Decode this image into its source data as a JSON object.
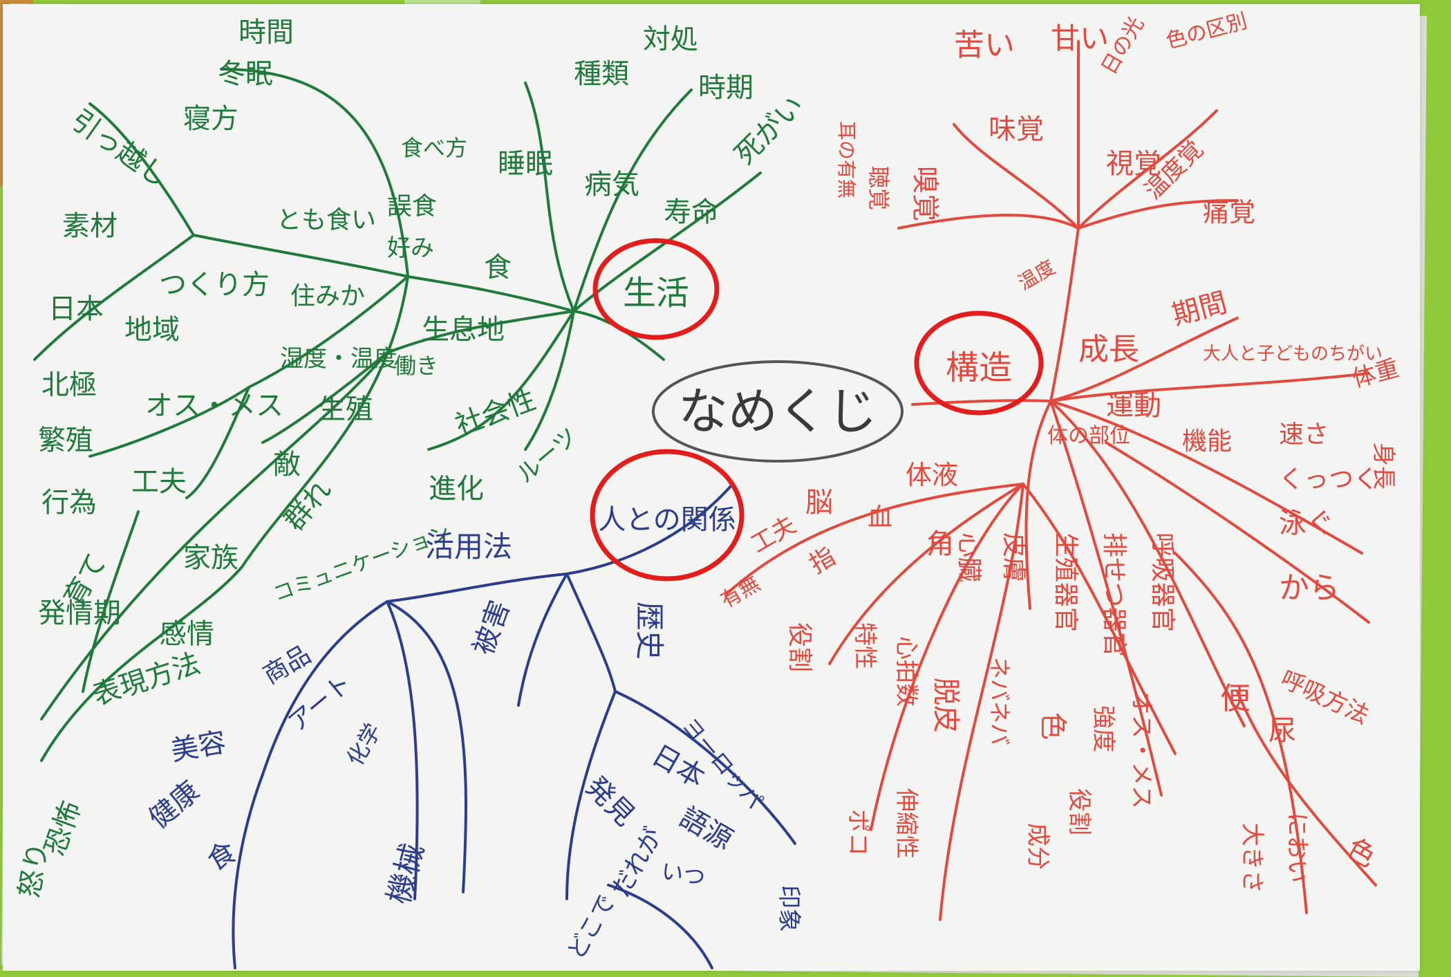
{
  "center": "なめくじ",
  "branches": {
    "life": {
      "label": "生活",
      "color": "#1f7a3c",
      "words": [
        "時間",
        "冬眠",
        "寝方",
        "引っ越し",
        "素材",
        "日本",
        "地域",
        "つくり方",
        "北極",
        "繁殖",
        "行為",
        "発情期",
        "オス・メス",
        "工夫",
        "家族",
        "育て",
        "感情",
        "表現方法",
        "恐怖",
        "怒り",
        "住みか",
        "湿度・温度",
        "生息地",
        "働き",
        "生殖",
        "敵",
        "群れ",
        "コミュニケーション",
        "とも食い",
        "食べ方",
        "誤食",
        "好み",
        "睡眠",
        "食",
        "種類",
        "病気",
        "対処",
        "時期",
        "寿命",
        "死がい",
        "社会性",
        "ルーツ",
        "進化"
      ]
    },
    "structure": {
      "label": "構造",
      "color": "#e2493f",
      "words": [
        "耳の有無",
        "聴覚",
        "嗅覚",
        "苦い",
        "味覚",
        "甘い",
        "日の光",
        "色の区別",
        "視覚",
        "温度覚",
        "痛覚",
        "温度",
        "成長",
        "期間",
        "大人と子どものちがい",
        "体重",
        "身長",
        "運動",
        "機能",
        "速さ",
        "くっつく",
        "泳ぐ",
        "から",
        "体の部位",
        "脳",
        "血",
        "体液",
        "角",
        "心臓",
        "皮膚",
        "生殖器官",
        "排せつ器官",
        "呼吸器官",
        "呼吸方法",
        "工夫",
        "有無",
        "指",
        "役割",
        "特性",
        "心拍数",
        "脱皮",
        "ネバネバ",
        "色",
        "強度",
        "オス・メス",
        "便",
        "尿",
        "大きさ",
        "におい",
        "色",
        "ポコ",
        "伸縮性",
        "成分",
        "役割"
      ]
    },
    "human": {
      "label": "人との関係",
      "color": "#2c3d8c",
      "words": [
        "活用法",
        "被害",
        "歴史",
        "商品",
        "アート",
        "美容",
        "健康",
        "食",
        "化学",
        "機械",
        "ヨーロッパ",
        "日本",
        "発見",
        "語源",
        "いつ",
        "だれが",
        "どこで",
        "印象"
      ]
    }
  },
  "highlight_color": "#e31c1c"
}
